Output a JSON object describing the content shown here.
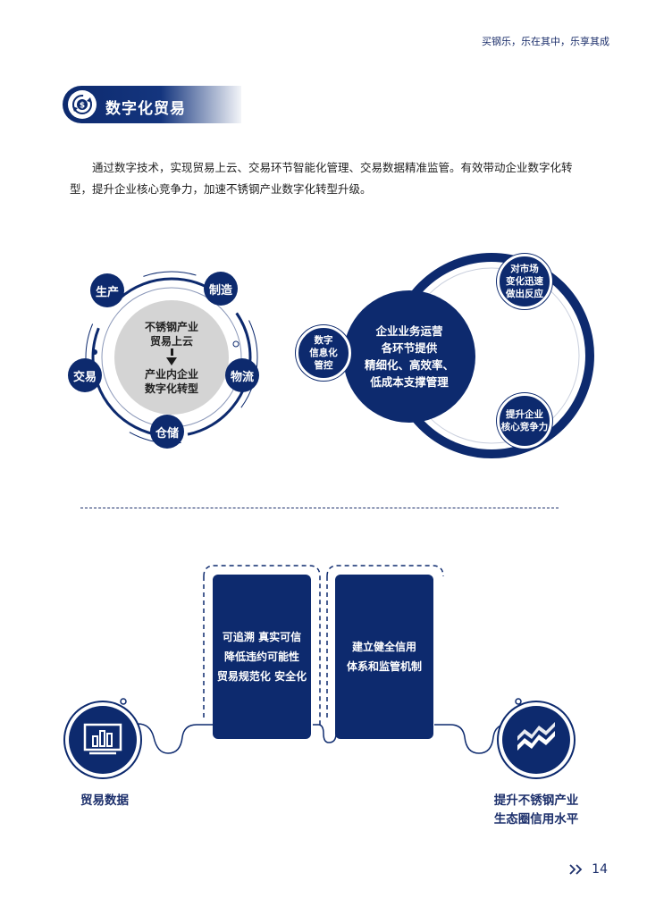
{
  "header": {
    "slogan": "买钢乐，乐在其中，乐享其成"
  },
  "section": {
    "title": "数字化贸易",
    "icon": "dollar-cycle-icon"
  },
  "intro": {
    "text": "通过数字技术，实现贸易上云、交易环节智能化管理、交易数据精准监管。有效带动企业数字化转型，提升企业核心竞争力，加速不锈钢产业数字化转型升级。"
  },
  "cycle": {
    "nodes": [
      "生产",
      "制造",
      "物流",
      "仓储",
      "交易"
    ],
    "center_line1": "不锈钢产业",
    "center_line2": "贸易上云",
    "center_line3": "产业内企业",
    "center_line4": "数字化转型"
  },
  "ops": {
    "center_line1": "企业业务运营",
    "center_line2": "各环节提供",
    "center_line3": "精细化、高效率、",
    "center_line4": "低成本支撑管理",
    "left_line1": "数字",
    "left_line2": "信息化",
    "left_line3": "管控",
    "top_line1": "对市场",
    "top_line2": "变化迅速",
    "top_line3": "做出反应",
    "bottom_line1": "提升企业",
    "bottom_line2": "核心竞争力"
  },
  "flow": {
    "box1_line1": "可追溯 真实可信",
    "box1_line2": "降低违约可能性",
    "box1_line3": "贸易规范化 安全化",
    "box2_line1": "建立健全信用",
    "box2_line2": "体系和监管机制",
    "left_label": "贸易数据",
    "right_label_line1": "提升不锈钢产业",
    "right_label_line2": "生态圈信用水平",
    "left_icon": "bar-chart-icon",
    "right_icon": "steel-sheets-icon"
  },
  "footer": {
    "page_number": "14",
    "icon": "double-chevron-icon"
  },
  "colors": {
    "navy": "#0d2a6e",
    "grey": "#d4d4d4"
  }
}
